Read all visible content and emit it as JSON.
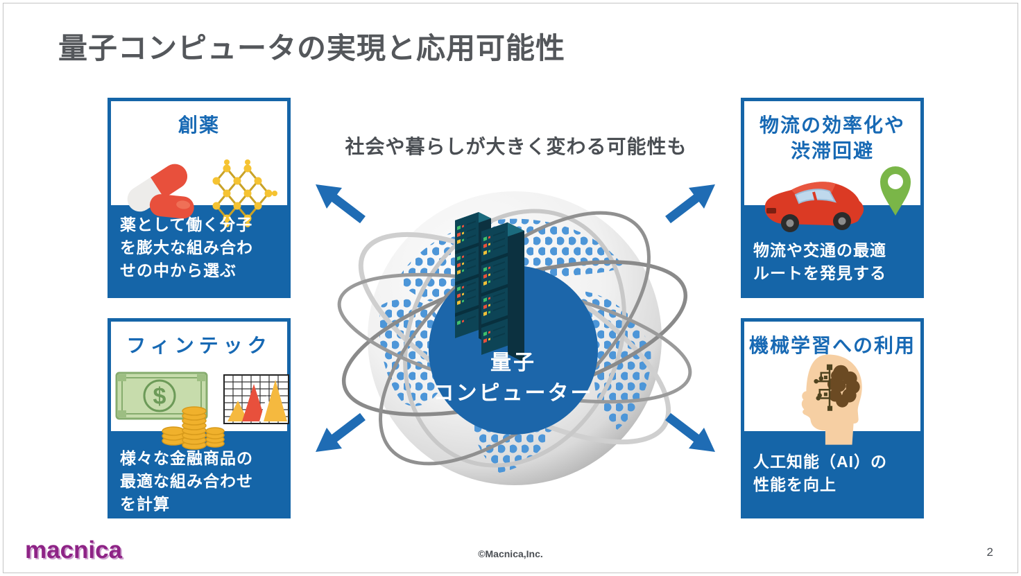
{
  "slide": {
    "title": "量子コンピュータの実現と応用可能性",
    "caption": "社会や暮らしが大きく変わる可能性も",
    "copyright": "©Macnica,Inc.",
    "page_number": "2",
    "logo": "macnica"
  },
  "center": {
    "label_line1": "量子",
    "label_line2": "コンピューター"
  },
  "boxes": [
    {
      "id": "drug-discovery",
      "title": "創薬",
      "description": "薬として働く分子\nを膨大な組み合わ\nせの中から選ぶ",
      "icons": [
        "pill-icon",
        "molecule-icon"
      ]
    },
    {
      "id": "fintech",
      "title": "フィンテック",
      "description": "様々な金融商品の\n最適な組み合わせ\nを計算",
      "icons": [
        "money-icon",
        "bar-chart-icon"
      ]
    },
    {
      "id": "logistics",
      "title": "物流の効率化や\n渋滞回避",
      "description": "物流や交通の最適\nルートを発見する",
      "icons": [
        "car-icon",
        "map-pin-icon"
      ]
    },
    {
      "id": "machine-learning",
      "title": "機械学習への利用",
      "description": "人工知能（AI）の\n性能を向上",
      "icons": [
        "ai-head-icon"
      ]
    }
  ],
  "colors": {
    "box_blue": "#1565A8",
    "heading_blue": "#1769B4",
    "arrow_blue": "#1F6CB4",
    "dot_blue": "#4D96D8",
    "circle_blue": "#1C66AA",
    "title_gray": "#54575B",
    "logo_purple": "#8E2386"
  }
}
